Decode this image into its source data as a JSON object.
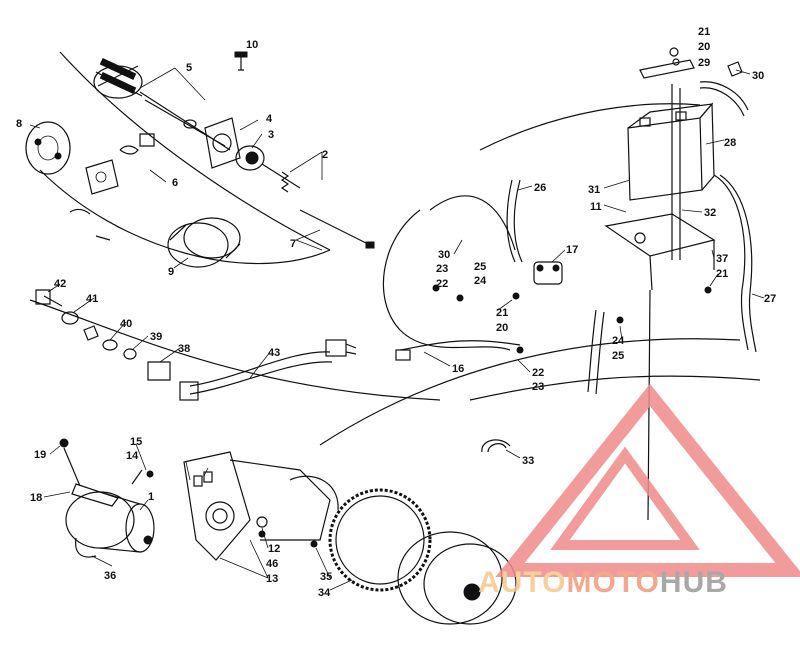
{
  "diagram": {
    "callouts": [
      {
        "id": "c10",
        "text": "10"
      },
      {
        "id": "c5",
        "text": "5"
      },
      {
        "id": "c8",
        "text": "8"
      },
      {
        "id": "c4",
        "text": "4"
      },
      {
        "id": "c3",
        "text": "3"
      },
      {
        "id": "c2",
        "text": "2"
      },
      {
        "id": "c6",
        "text": "6"
      },
      {
        "id": "c7",
        "text": "7"
      },
      {
        "id": "c9",
        "text": "9"
      },
      {
        "id": "c42",
        "text": "42"
      },
      {
        "id": "c41",
        "text": "41"
      },
      {
        "id": "c40",
        "text": "40"
      },
      {
        "id": "c39",
        "text": "39"
      },
      {
        "id": "c38",
        "text": "38"
      },
      {
        "id": "c43",
        "text": "43"
      },
      {
        "id": "c21a",
        "text": "21"
      },
      {
        "id": "c20a",
        "text": "20"
      },
      {
        "id": "c29",
        "text": "29"
      },
      {
        "id": "c30a",
        "text": "30"
      },
      {
        "id": "c28",
        "text": "28"
      },
      {
        "id": "c26",
        "text": "26"
      },
      {
        "id": "c31",
        "text": "31"
      },
      {
        "id": "c11",
        "text": "11"
      },
      {
        "id": "c32",
        "text": "32"
      },
      {
        "id": "c17",
        "text": "17"
      },
      {
        "id": "c30b",
        "text": "30"
      },
      {
        "id": "c23a",
        "text": "23"
      },
      {
        "id": "c22a",
        "text": "22"
      },
      {
        "id": "c25a",
        "text": "25"
      },
      {
        "id": "c24a",
        "text": "24"
      },
      {
        "id": "c37",
        "text": "37"
      },
      {
        "id": "c21b",
        "text": "21"
      },
      {
        "id": "c27",
        "text": "27"
      },
      {
        "id": "c21c",
        "text": "21"
      },
      {
        "id": "c20b",
        "text": "20"
      },
      {
        "id": "c24b",
        "text": "24"
      },
      {
        "id": "c25b",
        "text": "25"
      },
      {
        "id": "c16",
        "text": "16"
      },
      {
        "id": "c22b",
        "text": "22"
      },
      {
        "id": "c23b",
        "text": "23"
      },
      {
        "id": "c33",
        "text": "33"
      },
      {
        "id": "c19",
        "text": "19"
      },
      {
        "id": "c15",
        "text": "15"
      },
      {
        "id": "c14",
        "text": "14"
      },
      {
        "id": "c18",
        "text": "18"
      },
      {
        "id": "c1",
        "text": "1"
      },
      {
        "id": "c36",
        "text": "36"
      },
      {
        "id": "c12",
        "text": "12"
      },
      {
        "id": "c46",
        "text": "46"
      },
      {
        "id": "c13",
        "text": "13"
      },
      {
        "id": "c35",
        "text": "35"
      },
      {
        "id": "c34",
        "text": "34"
      }
    ]
  },
  "watermark": {
    "part_auto": "AUTO",
    "part_moto": "MOTO",
    "part_hub": "HUB",
    "colors": {
      "triangle": "#f08a8a",
      "auto": "#f4c88a",
      "moto": "#f29a7a",
      "hub": "#9a9a9a"
    }
  }
}
